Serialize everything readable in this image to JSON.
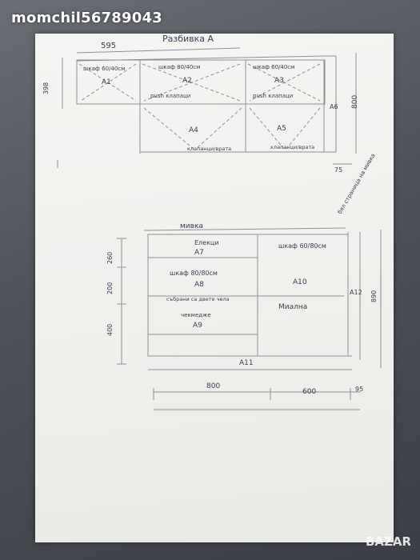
{
  "watermark": "momchil56789043",
  "title": "Разбивка А",
  "top": {
    "width_label": "595",
    "left_height_label": "398",
    "right_height_label": "800",
    "small_width_label": "75",
    "side_panel_label": "А6",
    "panels": [
      {
        "id": "А1",
        "text": "шкаф 60/40см",
        "sub": ""
      },
      {
        "id": "А2",
        "text": "шкаф 80/40см",
        "sub": "push клапаци"
      },
      {
        "id": "А3",
        "text": "шкаф 60/40см",
        "sub": "push клапаци"
      },
      {
        "id": "А4",
        "text": "клапанци/врата",
        "sub": ""
      },
      {
        "id": "А5",
        "text": "клапанци/врата",
        "sub": ""
      }
    ]
  },
  "bottom": {
    "top_label": "мивка",
    "side_note": "бял страница на мивка",
    "heights": [
      "260",
      "200",
      "400"
    ],
    "right_height_label": "890",
    "widths": [
      "800",
      "600",
      "95"
    ],
    "bottom_panel": "А11",
    "side_panel": "А12",
    "panels": [
      {
        "id": "А7",
        "text": "Елекци"
      },
      {
        "id": "А8",
        "text": "шкаф 80/80см"
      },
      {
        "id": "А9",
        "text": "чекмедже"
      },
      {
        "id": "А10",
        "text": "шкаф 60/80см"
      },
      {
        "id": "А10b",
        "text": "Миална"
      }
    ],
    "drawer_note": "събрани са двете чела"
  },
  "logo_text": "BAZAR"
}
